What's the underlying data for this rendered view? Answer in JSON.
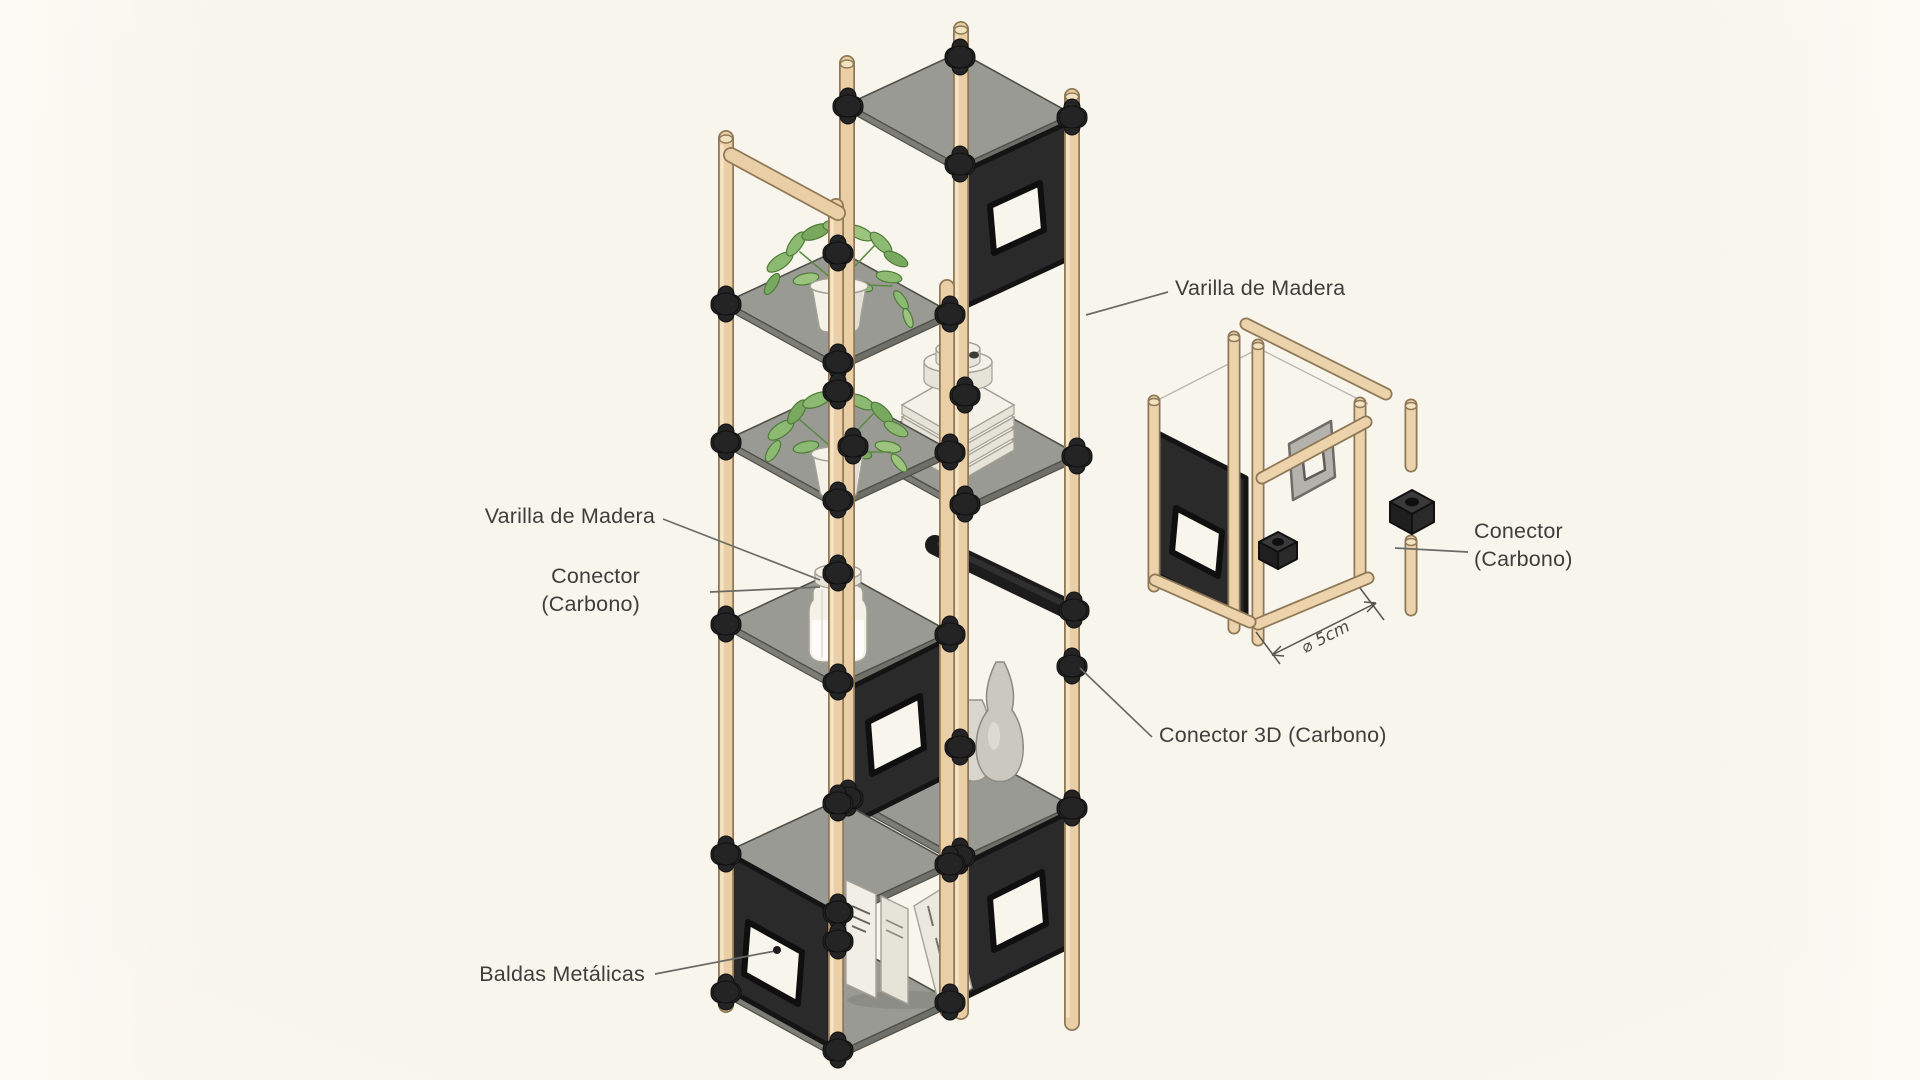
{
  "page": {
    "background": "#f8f5ec"
  },
  "labels": {
    "varilla_top": "Varilla de Madera",
    "varilla_left": "Varilla de Madera",
    "conector_left": {
      "line1": "Conector",
      "line2": "(Carbono)"
    },
    "conector_3d": "Conector 3D (Carbono)",
    "conector_right": {
      "line1": "Conector",
      "line2": "(Carbono)"
    },
    "baldas_metalicas": "Baldas Metálicas",
    "dimension": "⌀ 5cm"
  },
  "colors": {
    "background": "#f8f5ec",
    "wood": "#eacfa6",
    "wood_outline": "#8f7857",
    "shelf_gray": "#9a9a94",
    "carbon_black": "#282828",
    "leaf_green": "#8cba72",
    "label_text": "#3e3e3c",
    "leader_line": "#6b6b66"
  }
}
